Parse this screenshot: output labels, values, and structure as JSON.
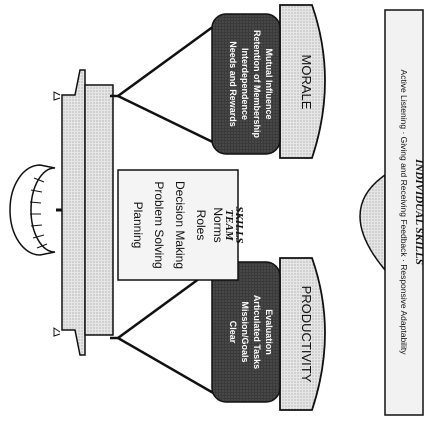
{
  "pan_left": {
    "title": "PRODUCTIVITY",
    "lines": [
      "Clear",
      "Mission/Goals",
      "Articulated Tasks",
      "Evaluation"
    ]
  },
  "pan_right": {
    "title": "MORALE",
    "lines": [
      "Needs and Rewards",
      "Interdependence",
      "Retention of Membership",
      "Mutual Influence"
    ]
  },
  "team_block": {
    "items": [
      "Planning",
      "Problem Solving",
      "Decision Making",
      "Roles",
      "Norms"
    ],
    "footer_line1": "TEAM",
    "footer_line2": "SKILLS"
  },
  "base": {
    "skills_line": "Active Listening · Giving and Receiving Feedback · Responsive Adaptability",
    "title": "INDIVIDUAL SKILLS"
  },
  "colors": {
    "outline": "#111111",
    "pan_fill": "#d8d8d8",
    "dark_fill": "#3a3a3a",
    "light_fill": "#eeeeee"
  }
}
